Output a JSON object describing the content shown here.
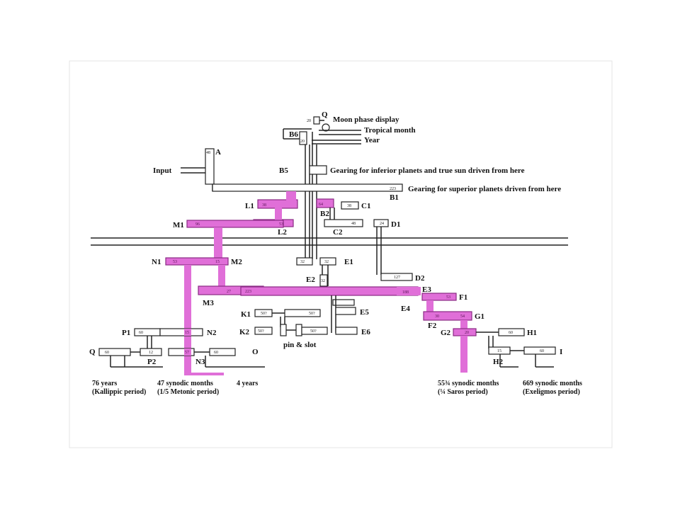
{
  "gears": {
    "Q": "Q",
    "B6": "B6",
    "A": "A",
    "B5": "B5",
    "B1": "B1",
    "L1": "L1",
    "B2": "B2",
    "C1": "C1",
    "M1": "M1",
    "L2": "L2",
    "C2": "C2",
    "D1": "D1",
    "N1": "N1",
    "M2": "M2",
    "E1": "E1",
    "E2": "E2",
    "D2": "D2",
    "M3": "M3",
    "E3": "E3",
    "F1": "F1",
    "E4": "E4",
    "K1": "K1",
    "E5": "E5",
    "G1": "G1",
    "F2": "F2",
    "K2": "K2",
    "E6": "E6",
    "P1": "P1",
    "N2": "N2",
    "G2": "G2",
    "H1": "H1",
    "Qb": "Q",
    "O": "O",
    "I": "I",
    "P2": "P2",
    "N3": "N3",
    "H2": "H2"
  },
  "annotations": {
    "moon_phase": "Moon phase display",
    "tropical_month": "Tropical month",
    "year": "Year",
    "input": "Input",
    "inferior": "Gearing for inferior planets and true sun driven from here",
    "superior": "Gearing for superior planets driven from here",
    "pin_slot": "pin & slot"
  },
  "teeth": {
    "q": "20",
    "b6": "20",
    "a": "48",
    "b1": "223",
    "l1": "38",
    "b2": "64",
    "c1": "38",
    "m1": "96",
    "l2": "53",
    "c2": "48",
    "d1": "24",
    "n1": "53",
    "m2": "15",
    "e1a": "32",
    "e1b": "32",
    "e2": "32",
    "d2": "127",
    "m3a": "27",
    "m3b": "223",
    "e3": "188",
    "f1": "53",
    "k1": "50?",
    "k1b": "50?",
    "f2": "30",
    "g1": "54",
    "k2": "50?",
    "e6": "50?",
    "p1": "60",
    "n2": "15",
    "g2": "20",
    "h1": "60",
    "q2": "60",
    "p2": "12",
    "n3": "57",
    "o": "60",
    "h2": "15",
    "i": "60"
  },
  "outputs": {
    "kallippic_1": "76 years",
    "kallippic_2": "(Kallippic period)",
    "metonic_1": "47 synodic months",
    "metonic_2": "(1/5 Metonic period)",
    "four_years": "4 years",
    "saros_1": "55¾ synodic months",
    "saros_2": "(¼ Saros period)",
    "exeligmos_1": "669 synodic months",
    "exeligmos_2": "(Exeligmos period)"
  }
}
